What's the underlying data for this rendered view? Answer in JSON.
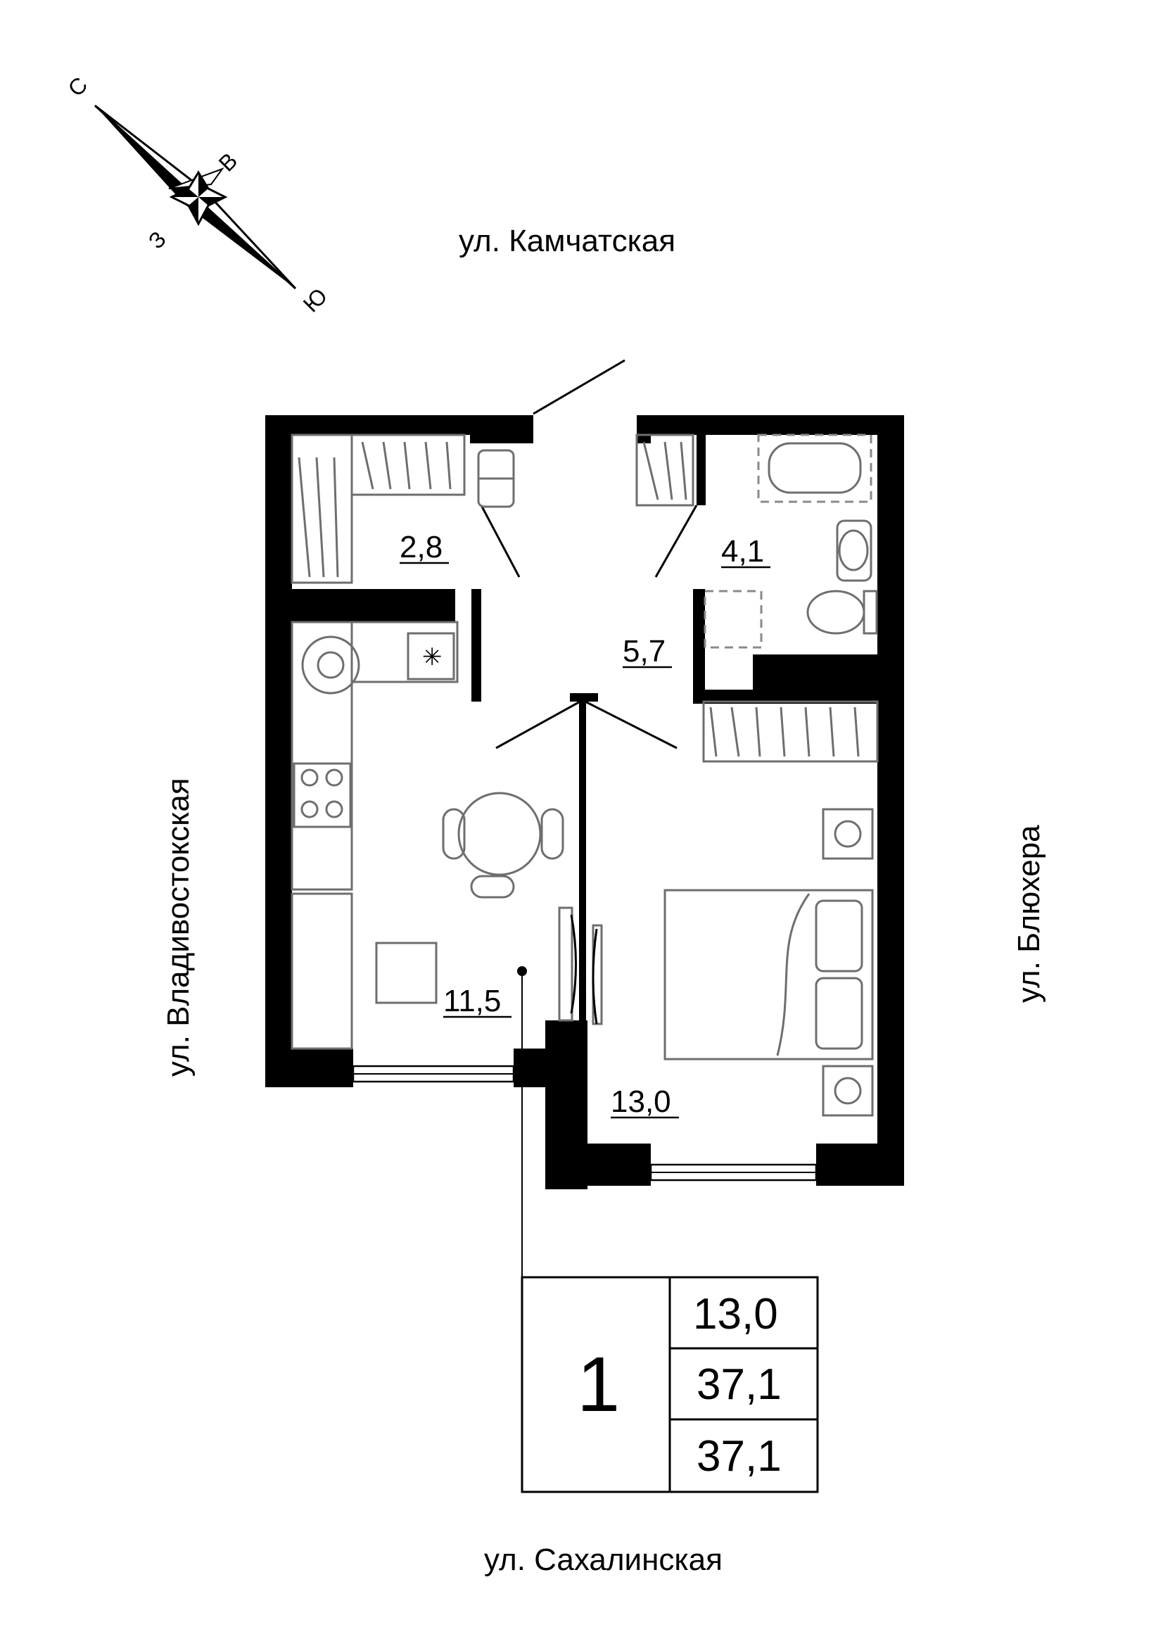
{
  "compass": {
    "north": "С",
    "south": "Ю",
    "east": "В",
    "west": "З"
  },
  "streets": {
    "top": "ул. Камчатская",
    "left": "ул. Владивостокская",
    "right": "ул. Блюхера",
    "bottom": "ул. Сахалинская"
  },
  "rooms": {
    "storage": "2,8",
    "bathroom": "4,1",
    "hallway": "5,7",
    "kitchen": "11,5",
    "bedroom": "13,0"
  },
  "summary": {
    "rooms_count": "1",
    "living_area": "13,0",
    "total_area": "37,1",
    "total_area_with_balcony": "37,1"
  }
}
